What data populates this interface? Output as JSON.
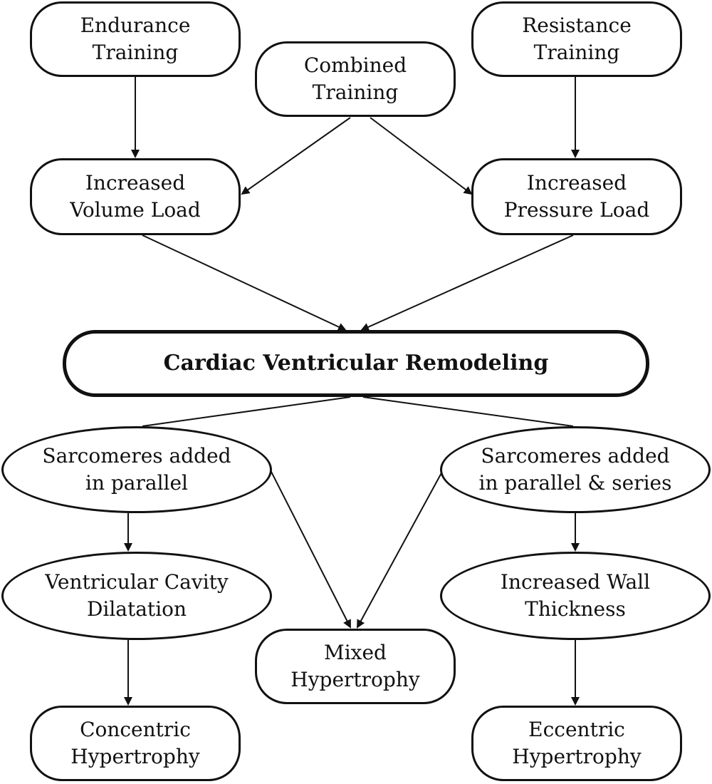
{
  "nodes": {
    "endurance_training": [
      "Endurance",
      "Training"
    ],
    "combined_training": [
      "Combined",
      "Training"
    ],
    "resistance_training": [
      "Resistance",
      "Training"
    ],
    "increased_volume_load": [
      "Increased",
      "Volume Load"
    ],
    "increased_pressure_load": [
      "Increased",
      "Pressure Load"
    ],
    "cardiac_ventricular_remodeling": "Cardiac Ventricular Remodeling",
    "sarcomeres_parallel": [
      "Sarcomeres added",
      "in parallel"
    ],
    "sarcomeres_parallel_series": [
      "Sarcomeres added",
      "in parallel & series"
    ],
    "ventricular_cavity_dilatation": [
      "Ventricular Cavity",
      "Dilatation"
    ],
    "increased_wall_thickness": [
      "Increased Wall",
      "Thickness"
    ],
    "mixed_hypertrophy": [
      "Mixed",
      "Hypertrophy"
    ],
    "concentric_hypertrophy": [
      "Concentric",
      "Hypertrophy"
    ],
    "eccentric_hypertrophy": [
      "Eccentric",
      "Hypertrophy"
    ]
  },
  "colors": {
    "stroke": "#111111",
    "background": "#ffffff"
  }
}
